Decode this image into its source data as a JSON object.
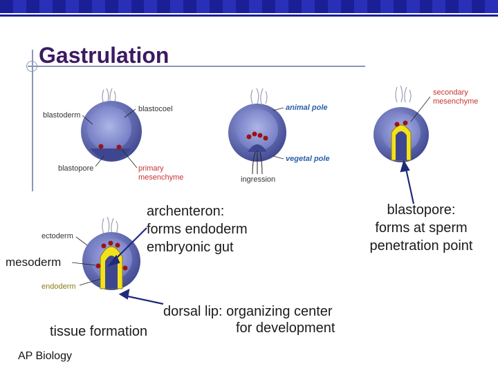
{
  "slide": {
    "title": "Gastrulation",
    "footer": "AP Biology"
  },
  "figure_labels": {
    "blastoderm": "blastoderm",
    "blastocoel": "blastocoel",
    "blastopore": "blastopore",
    "primary_mesenchyme": "primary mesenchyme",
    "animal_pole": "animal pole",
    "vegetal_pole": "vegetal pole",
    "ingression": "ingression",
    "secondary_mesenchyme": "secondary mesenchyme",
    "ectoderm": "ectoderm",
    "mesoderm": "mesoderm",
    "endoderm": "endoderm"
  },
  "annotations": {
    "archenteron_line1": "archenteron:",
    "archenteron_line2": "forms endoderm",
    "archenteron_line3": "embryonic gut",
    "blastopore_line1": "blastopore:",
    "blastopore_line2": "forms at sperm",
    "blastopore_line3": "penetration point",
    "dorsal_lip_line1": "dorsal lip: organizing center",
    "dorsal_lip_line2": "for development",
    "tissue_formation": "tissue formation"
  },
  "colors": {
    "header_blue": "#1a1f96",
    "title_purple": "#3b1a63",
    "embryo_outer": "#5b64b0",
    "embryo_inner": "#8c95d4",
    "mesenchyme_red": "#9a1414",
    "endoderm_yellow": "#f2e21a",
    "arrow_blue": "#1f2a7a"
  }
}
